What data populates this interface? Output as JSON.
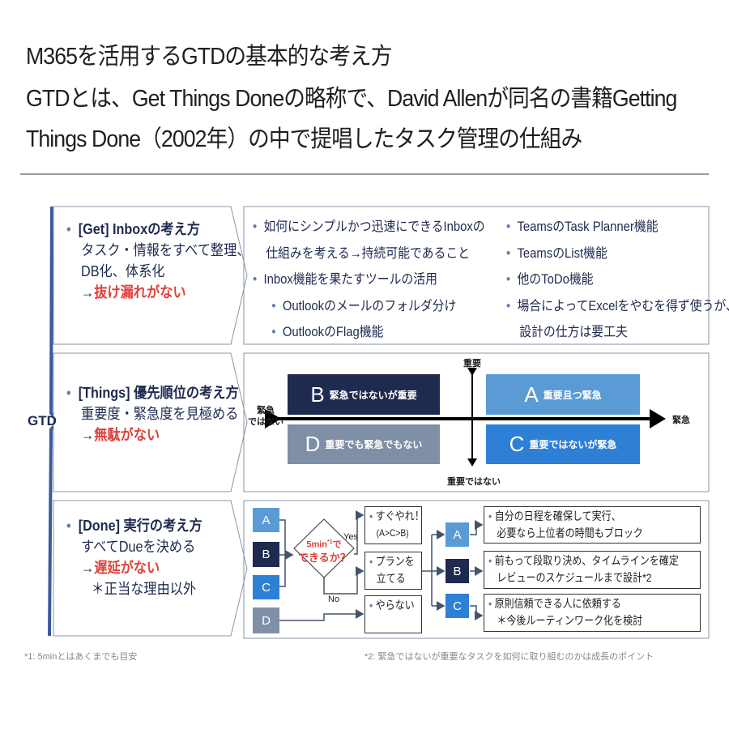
{
  "title": {
    "line1": "M365を活用するGTDの基本的な考え方",
    "line2": "GTDとは、Get Things Doneの略称で、David Allenが同名の書籍Getting",
    "line3": "Things Done（2002年）の中で提唱したタスク管理の仕組み"
  },
  "gtd_label": "GTD",
  "colors": {
    "navy": "#1f2a4f",
    "light_blue": "#5b9bd5",
    "blue": "#2e7fd6",
    "gray_blue": "#7f8fa6",
    "red": "#e0403a",
    "bracket": "#3a5a9c"
  },
  "rows": [
    {
      "heading_tag": "[Get]",
      "heading": "Inboxの考え方",
      "lines": [
        "タスク・情報をすべて整理、",
        "DB化、体系化"
      ],
      "result": "抜け漏れがない"
    },
    {
      "heading_tag": "[Things]",
      "heading": "優先順位の考え方",
      "lines": [
        "重要度・緊急度を見極める"
      ],
      "result": "無駄がない"
    },
    {
      "heading_tag": "[Done]",
      "heading": "実行の考え方",
      "lines": [
        "すべてDueを決める"
      ],
      "result": "遅延がない",
      "note": "＊正当な理由以外"
    }
  ],
  "arrow": "→",
  "inbox": {
    "left": [
      "如何にシンプルかつ迅速にできるInboxの",
      "仕組みを考える→持続可能であること",
      "Inbox機能を果たすツールの活用",
      "Outlookのメールのフォルダ分け",
      "OutlookのFlag機能"
    ],
    "right": [
      "TeamsのTask Planner機能",
      "TeamsのList機能",
      "他のToDo機能",
      "場合によってExcelをやむを得ず使うが、",
      "設計の仕方は要工夫"
    ]
  },
  "matrix": {
    "axis_top": "重要",
    "axis_bottom": "重要ではない",
    "axis_left": [
      "緊急",
      "ではない"
    ],
    "axis_right": "緊急",
    "quadrants": [
      {
        "letter": "B",
        "label": "緊急ではないが重要"
      },
      {
        "letter": "A",
        "label": "重要且つ緊急"
      },
      {
        "letter": "D",
        "label": "重要でも緊急でもない"
      },
      {
        "letter": "C",
        "label": "重要ではないが緊急"
      }
    ]
  },
  "flow": {
    "inputs": [
      "A",
      "B",
      "C",
      "D"
    ],
    "decision": {
      "line1": "5min",
      "sup": "*1",
      "line1b": "で",
      "line2": "できるか？"
    },
    "yes": "Yes",
    "no": "No",
    "outcomes": [
      [
        "すぐやれ！",
        "(A>C>B)"
      ],
      [
        "プランを",
        "立てる"
      ],
      [
        "やらない"
      ]
    ],
    "plan_letters": [
      "A",
      "B",
      "C"
    ],
    "actions": [
      [
        "自分の日程を確保して実行、",
        "必要なら上位者の時間もブロック"
      ],
      [
        "前もって段取り決め、タイムラインを確定",
        "レビューのスケジュールまで設計*2"
      ],
      [
        "原則信頼できる人に依頼する",
        "＊今後ルーティンワーク化を検討"
      ]
    ]
  },
  "footnotes": {
    "left": "*1: 5minとはあくまでも目安",
    "right": "*2: 緊急ではないが重要なタスクを如何に取り組むのかは成長のポイント"
  }
}
